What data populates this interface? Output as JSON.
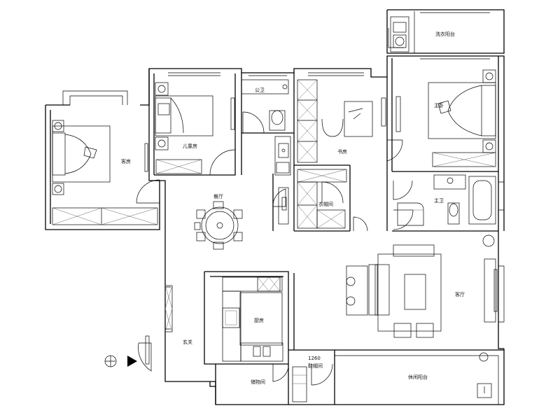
{
  "rooms": {
    "living_room": "客厅",
    "dining_room": "餐厅",
    "kitchen": "厨房",
    "master_bedroom": "主卧",
    "master_bath": "主卫",
    "public_bath": "公卫",
    "study": "书房",
    "child_room": "儿童房",
    "guest_room": "客房",
    "entrance": "玄关",
    "laundry_balcony": "洗衣阳台",
    "leisure_balcony": "休闲阳台",
    "cloakroom": "衣帽间",
    "storage": "储物间",
    "shoe_room": "鞋帽间"
  },
  "dimension": "1260"
}
